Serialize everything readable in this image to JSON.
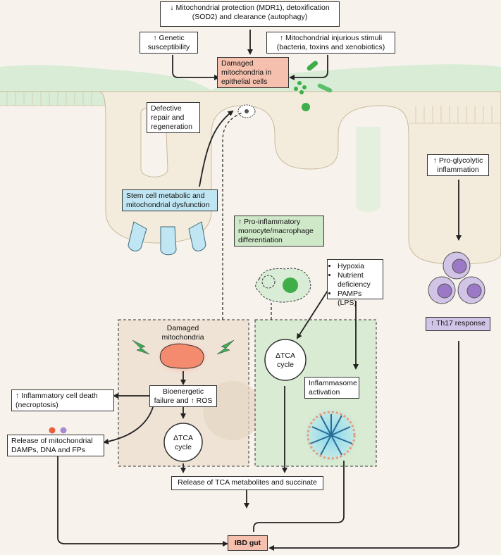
{
  "top_box": "↓ Mitochondrial protection (MDR1), detoxification (SOD2) and clearance (autophagy)",
  "genetic_box": "↑ Genetic susceptibility",
  "stimuli_box": "↑ Mitochondrial injurious stimuli (bacteria, toxins and xenobiotics)",
  "damaged_epi_box": "Damaged mitochondria in epithelial cells",
  "defective_box": "Defective repair and regeneration",
  "stem_box": "Stem cell metabolic and mitochondrial dysfunction",
  "glyco_box": "↑ Pro-glycolytic inflammation",
  "monocyte_box": "↑ Pro-inflammatory monocyte/macrophage differentiation",
  "stimuli_list": [
    "Hypoxia",
    "Nutrient deficiency",
    "PAMPs (LPS)"
  ],
  "th17_box": "↑ Th17 response",
  "damaged_mito_label": "Damaged mitochondria",
  "bioenergetic_box": "Bioenergetic failure and ↑ ROS",
  "tca_left": "ΔTCA cycle",
  "tca_mid": "ΔTCA cycle",
  "inflammasome_box": "Inflammasome activation",
  "necroptosis_box": "↑ Inflammatory cell death (necroptosis)",
  "damps_box": "Release of mitochondrial DAMPs, DNA and FPs",
  "tca_release_box": "Release of TCA metabolites and succinate",
  "ibd_box": "IBD gut",
  "colors": {
    "epithelium_fill": "#f3ebdc",
    "mucus_green": "#d9ecd6",
    "panel_left": "#efe3d6",
    "panel_right": "#d9ebd2",
    "pink": "#f6c0ae",
    "blue": "#bfe6f2",
    "purple": "#d2c4e6",
    "green_cell": "#3fae49"
  }
}
